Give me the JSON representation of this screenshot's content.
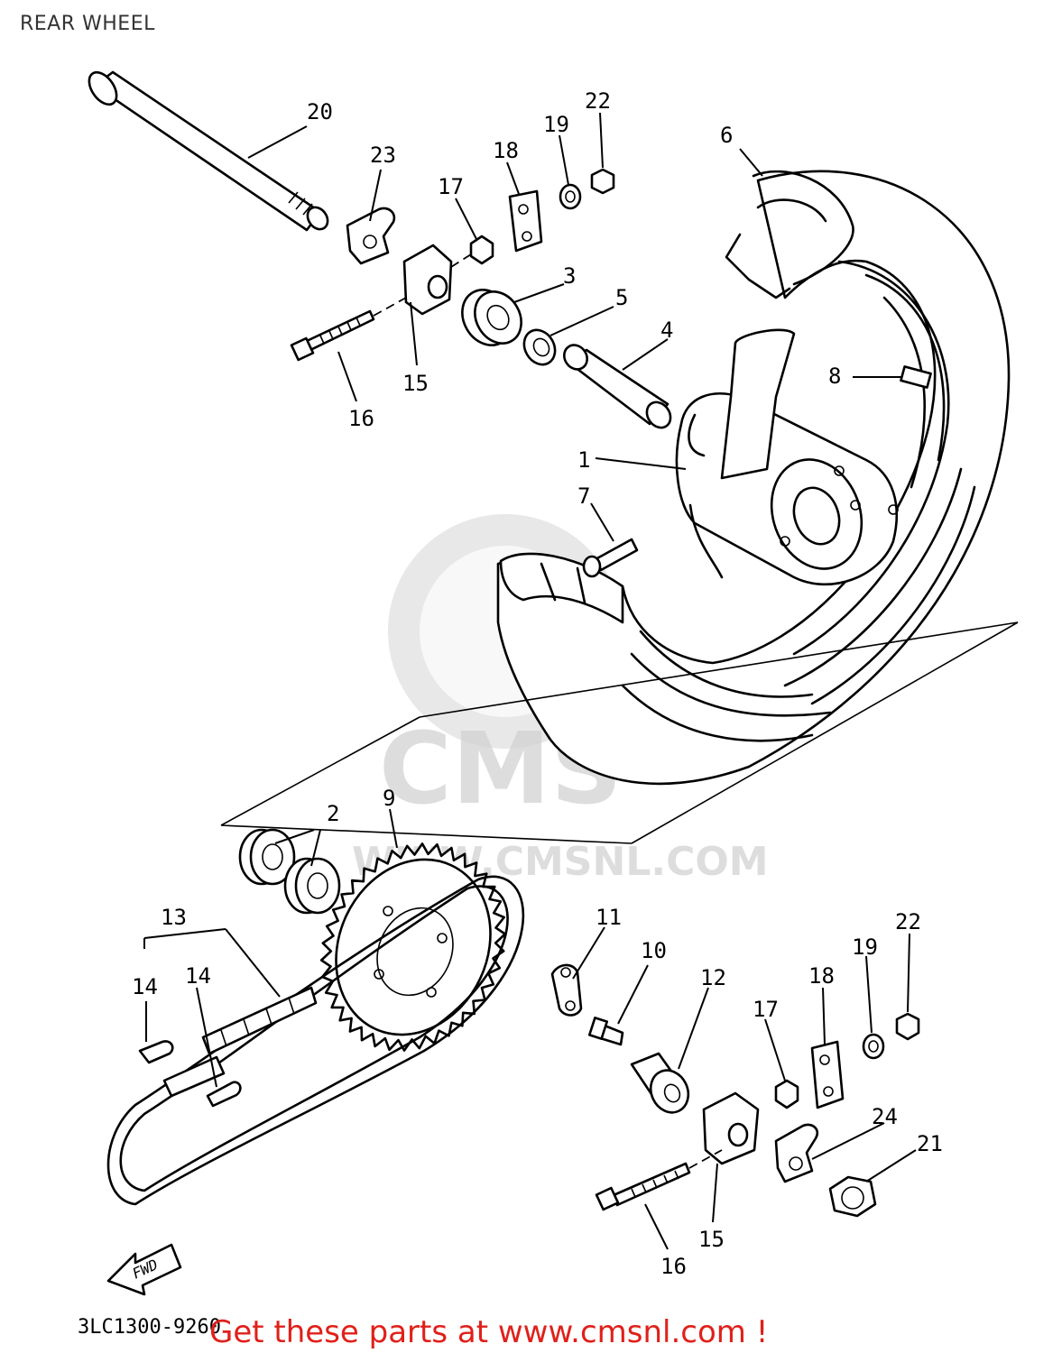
{
  "title": "REAR WHEEL",
  "watermark": {
    "brand": "CMS",
    "url": "WWW.CMSNL.COM"
  },
  "diagram_code": "3LC1300-9260",
  "fwd_label": "FWD",
  "footer": "Get these parts at www.cmsnl.com !",
  "colors": {
    "footer": "#e0201a",
    "lines": "#000000",
    "watermark": "#d6d6d6"
  },
  "parts": [
    {
      "id": "p1",
      "number": "1"
    },
    {
      "id": "p2",
      "number": "2"
    },
    {
      "id": "p3",
      "number": "3"
    },
    {
      "id": "p4",
      "number": "4"
    },
    {
      "id": "p5",
      "number": "5"
    },
    {
      "id": "p6",
      "number": "6"
    },
    {
      "id": "p7",
      "number": "7"
    },
    {
      "id": "p8",
      "number": "8"
    },
    {
      "id": "p9",
      "number": "9"
    },
    {
      "id": "p10",
      "number": "10"
    },
    {
      "id": "p11",
      "number": "11"
    },
    {
      "id": "p12",
      "number": "12"
    },
    {
      "id": "p13",
      "number": "13"
    },
    {
      "id": "p14a",
      "number": "14"
    },
    {
      "id": "p14b",
      "number": "14"
    },
    {
      "id": "p15a",
      "number": "15"
    },
    {
      "id": "p15b",
      "number": "15"
    },
    {
      "id": "p16a",
      "number": "16"
    },
    {
      "id": "p16b",
      "number": "16"
    },
    {
      "id": "p17a",
      "number": "17"
    },
    {
      "id": "p17b",
      "number": "17"
    },
    {
      "id": "p18a",
      "number": "18"
    },
    {
      "id": "p18b",
      "number": "18"
    },
    {
      "id": "p19a",
      "number": "19"
    },
    {
      "id": "p19b",
      "number": "19"
    },
    {
      "id": "p20",
      "number": "20"
    },
    {
      "id": "p21",
      "number": "21"
    },
    {
      "id": "p22a",
      "number": "22"
    },
    {
      "id": "p22b",
      "number": "22"
    },
    {
      "id": "p23",
      "number": "23"
    },
    {
      "id": "p24",
      "number": "24"
    }
  ]
}
